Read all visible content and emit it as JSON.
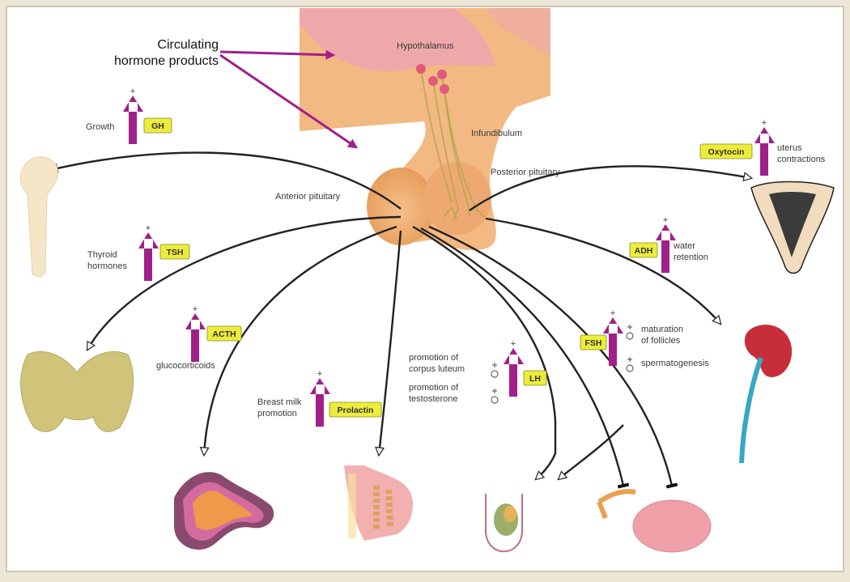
{
  "annotation": {
    "line1": "Circulating",
    "line2": "hormone products"
  },
  "brain": {
    "hypothalamus": "Hypothalamus",
    "infundibulum": "Infundibulum",
    "anterior": "Anterior pituitary",
    "posterior": "Posterior pituitary"
  },
  "hormones": {
    "gh": {
      "badge": "GH",
      "effect1": "Growth",
      "sign": "+"
    },
    "tsh": {
      "badge": "TSH",
      "effect1": "Thyroid",
      "effect2": "hormones",
      "sign": "+"
    },
    "acth": {
      "badge": "ACTH",
      "effect1": "glucocorticoids",
      "sign": "+"
    },
    "prolactin": {
      "badge": "Prolactin",
      "effect1": "Breast milk",
      "effect2": "promotion",
      "sign": "+"
    },
    "lh": {
      "badge": "LH",
      "effect1": "promotion of",
      "effect2": "corpus luteum",
      "effect3": "promotion of",
      "effect4": "testosterone",
      "sign": "+"
    },
    "fsh": {
      "badge": "FSH",
      "effect1": "maturation",
      "effect2": "of follicles",
      "effect3": "spermatogenesis",
      "sign": "+"
    },
    "adh": {
      "badge": "ADH",
      "effect1": "water",
      "effect2": "retention",
      "sign": "+"
    },
    "oxytocin": {
      "badge": "Oxytocin",
      "effect1": "uterus",
      "effect2": "contractions",
      "sign": "+"
    }
  },
  "colors": {
    "background": "#ece6d6",
    "panel": "#ffffff",
    "brain": "#f3b983",
    "hypothalamus": "#eea6ad",
    "badge": "#ecec3c",
    "magenta": "#a0208a",
    "pituitary": "#eca86a"
  }
}
